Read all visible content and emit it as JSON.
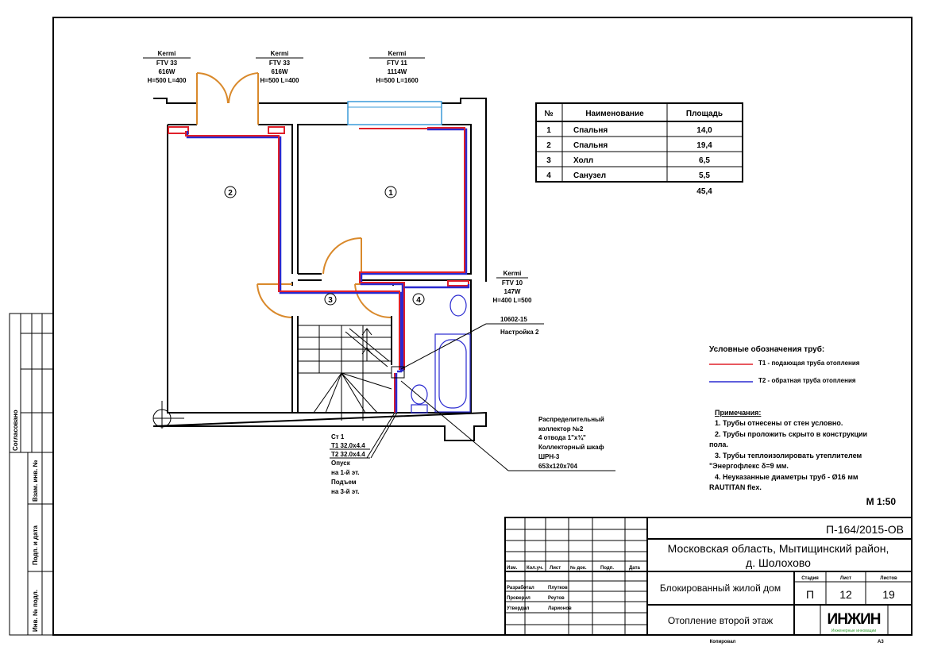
{
  "radiators": [
    {
      "brand": "Kermi",
      "model": "FTV 33",
      "power": "616W",
      "size": "H=500 L=400"
    },
    {
      "brand": "Kermi",
      "model": "FTV 33",
      "power": "616W",
      "size": "H=500 L=400"
    },
    {
      "brand": "Kermi",
      "model": "FTV 11",
      "power": "1114W",
      "size": "H=500 L=1600"
    },
    {
      "brand": "Kermi",
      "model": "FTV 10",
      "power": "147W",
      "size": "H=400 L=500"
    }
  ],
  "valve": {
    "code": "10602-15",
    "setting": "Настройка 2"
  },
  "rooms": [
    "1",
    "2",
    "3",
    "4"
  ],
  "room_table": {
    "headers": [
      "№",
      "Наименование",
      "Площадь"
    ],
    "rows": [
      [
        "1",
        "Спальня",
        "14,0"
      ],
      [
        "2",
        "Спальня",
        "19,4"
      ],
      [
        "3",
        "Холл",
        "6,5"
      ],
      [
        "4",
        "Санузел",
        "5,5"
      ]
    ],
    "total": "45,4"
  },
  "riser": {
    "l1": "Ст 1",
    "l2": "Т1 32.0x4.4",
    "l3": "Т2 32.0x4.4",
    "l4": "Опуск",
    "l5": "на 1-й эт.",
    "l6": "Подъем",
    "l7": "на 3-й эт."
  },
  "collector": {
    "l1": "Распределительный",
    "l2": "коллектор №2",
    "l3": "4 отвода 1\"х¾\"",
    "l4": "Коллекторный шкаф",
    "l5": "ШРН-3",
    "l6": "653x120x704"
  },
  "legend": {
    "title": "Условные обозначения  труб:",
    "t1": "Т1 - подающая труба отопления",
    "t2": "Т2 - обратная труба отопления",
    "t1_color": "#e0202a",
    "t2_color": "#2a2ad0"
  },
  "notes": {
    "title": "Примечания:",
    "n1": "1. Трубы отнесены от стен условно.",
    "n2a": "2. Трубы проложить скрыто в конструкции",
    "n2b": "пола.",
    "n3a": "3. Трубы теплоизолировать утеплителем",
    "n3b": "\"Энергофлекс δ=9 мм.",
    "n4a": "4. Неуказанные диаметры труб - Ø16 мм",
    "n4b": "RAUTITAN flex."
  },
  "scale": "М 1:50",
  "side_stamp": {
    "agreed": "Согласовано",
    "inv_repl": "Взам. инв. №",
    "sign_date": "Подп. и дата",
    "inv_orig": "Инв. № подл."
  },
  "title_block": {
    "code": "П-164/2015-ОВ",
    "address1": "Московская область, Мытищинский район,",
    "address2": "д. Шолохово",
    "building": "Блокированный жилой дом",
    "sheet_title": "Отопление второй этаж",
    "col_headers": [
      "Изм.",
      "Кол.уч.",
      "Лист",
      "№ док.",
      "Подп.",
      "Дата"
    ],
    "roles": [
      [
        "Разработал",
        "Плутков"
      ],
      [
        "Проверил",
        "Реутов"
      ],
      [
        "Утвердил",
        "Ларионов"
      ]
    ],
    "stage_label": "Стадия",
    "sheet_label": "Лист",
    "sheets_label": "Листов",
    "stage": "П",
    "sheet": "12",
    "sheets": "19",
    "logo": "ИНЖИН",
    "logo_sub": "Инженерные инновации",
    "copied": "Копировал",
    "format": "А3"
  }
}
